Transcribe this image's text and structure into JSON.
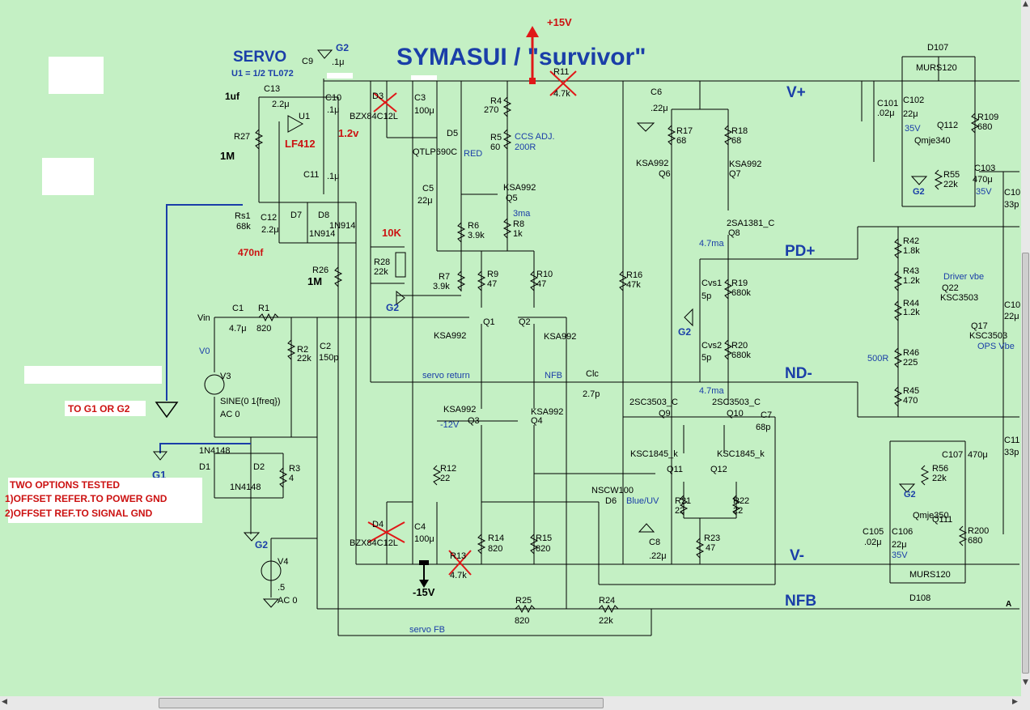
{
  "title": "SYMASUI / \"survivor\"",
  "servo": {
    "heading": "SERVO",
    "sub": "U1 = 1/2 TL072",
    "opamp": "LF412",
    "uf": "1uf",
    "m1": "1M",
    "v12": "1.2v",
    "k10": "10K",
    "nf470": "470nf",
    "m1b": "1M"
  },
  "rails": {
    "plus15": "+15V",
    "minus15": "-15V",
    "vplus": "V+",
    "vminus": "V-",
    "pdplus": "PD+",
    "ndminus": "ND-",
    "nfb": "NFB",
    "a": "A"
  },
  "labels": {
    "g2a": "G2",
    "c9": "C9",
    "c9v": ".1μ",
    "c13": "C13",
    "c13v": "2.2μ",
    "u1": "U1",
    "c10": "C10",
    "c10v": ".1μ",
    "d3": "D3",
    "d3v": "BZX84C12L",
    "c3": "C3",
    "c3v": "100μ",
    "r27": "R27",
    "c11": "C11",
    "c11v": ".1μ",
    "d5": "D5",
    "qtlp": "QTLP690C",
    "red": "RED",
    "r4": "R4",
    "r4v": "270",
    "r5": "R5",
    "r5v": "60",
    "ccs": "CCS ADJ.",
    "ccs2": "200R",
    "r11": "R11",
    "r11v": "4.7k",
    "c6": "C6",
    "c6v": ".22μ",
    "c5": "C5",
    "c5v": "22μ",
    "ksa5": "KSA992",
    "q5": "Q5",
    "ma3": "3ma",
    "r6": "R6",
    "r6v": "3.9k",
    "r8": "R8",
    "r8v": "1k",
    "rs1": "Rs1",
    "rs1v": "68k",
    "c12": "C12",
    "c12v": "2.2μ",
    "d7": "D7",
    "d8": "D8",
    "n914a": "1N914",
    "n914b": "1N914",
    "r28": "R28",
    "r28v": "22k",
    "r26": "R26",
    "r7": "R7",
    "r7v": "3.9k",
    "r9": "R9",
    "r9v": "47",
    "r10": "R10",
    "r10v": "47",
    "g2b": "G2",
    "vin": "Vin",
    "c1": "C1",
    "c1v": "4.7μ",
    "r1": "R1",
    "r1v": "820",
    "q1": "Q1",
    "q2": "Q2",
    "ksa1": "KSA992",
    "ksa2": "KSA992",
    "r16": "R16",
    "r16v": "47k",
    "v0": "V0",
    "r2": "R2",
    "r2v": "22k",
    "c2": "C2",
    "c2v": "150p",
    "v3": "V3",
    "sine": "SINE(0 1{freq})",
    "ac0": "AC 0",
    "servoret": "servo return",
    "nfbl": "NFB",
    "clc": "Clc",
    "clcv": "2.7p",
    "tog": "TO G1 OR G2",
    "ksa3": "KSA992",
    "ksa4": "KSA992",
    "q3": "Q3",
    "q4": "Q4",
    "m12": "-12V",
    "n4148a": "1N4148",
    "g1": "G1",
    "d1": "D1",
    "d2": "D2",
    "n4148b": "1N4148",
    "r3": "R3",
    "r3v": "4",
    "r12": "R12",
    "r12v": "22",
    "two": "TWO OPTIONS TESTED",
    "opt1": "1)OFFSET REFER.TO POWER GND",
    "opt2": "2)OFFSET REF.TO SIGNAL GND",
    "g2c": "G2",
    "d4": "D4",
    "d4v": "BZX84C12L",
    "c4": "C4",
    "c4v": "100μ",
    "r13": "R13",
    "r13v": "4.7k",
    "r14": "R14",
    "r14v": "820",
    "r15": "R15",
    "r15v": "820",
    "v4": "V4",
    "v4v": ".5",
    "ac0b": "AC 0",
    "r25": "R25",
    "r25v": "820",
    "r24": "R24",
    "r24v": "22k",
    "servofb": "servo FB",
    "r17": "R17",
    "r17v": "68",
    "r18": "R18",
    "r18v": "68",
    "ksa6": "KSA992",
    "q6": "Q6",
    "ksa7": "KSA992",
    "q7": "Q7",
    "sa1381": "2SA1381_C",
    "q8": "Q8",
    "ma47a": "4.7ma",
    "cvs1": "Cvs1",
    "cvs1v": "5p",
    "r19": "R19",
    "r19v": "680k",
    "g2d": "G2",
    "cvs2": "Cvs2",
    "cvs2v": "5p",
    "r20": "R20",
    "r20v": "680k",
    "ma47b": "4.7ma",
    "sc9": "2SC3503_C",
    "q9": "Q9",
    "sc10": "2SC3503_C",
    "q10": "Q10",
    "c7": "C7",
    "c7v": "68p",
    "ksc11": "KSC1845_k",
    "q11": "Q11",
    "ksc12": "KSC1845_k",
    "q12": "Q12",
    "nscw": "NSCW100",
    "d6": "D6",
    "bluv": "Blue/UV",
    "r21": "R21",
    "r21v": "22",
    "r22": "R22",
    "r22v": "22",
    "c8": "C8",
    "c8v": ".22μ",
    "r23": "R23",
    "r23v": "47",
    "d107": "D107",
    "murs1": "MURS120",
    "c101": "C101",
    "c101v": ".02μ",
    "c102": "C102",
    "c102v": "22μ",
    "v35a": "35V",
    "r109": "R109",
    "r109v": "680",
    "q112": "Q112",
    "qmje340": "Qmje340",
    "c103": "C103",
    "c103v": "470μ",
    "r55": "R55",
    "r55v": "22k",
    "g2e": "G2",
    "v35b": "35V",
    "c10r": "C10",
    "p33a": "33p",
    "r42": "R42",
    "r42v": "1.8k",
    "r43": "R43",
    "r43v": "1.2k",
    "drvvbe": "Driver vbe",
    "q22": "Q22",
    "ksc22": "KSC3503",
    "r44": "R44",
    "r44v": "1.2k",
    "q17": "Q17",
    "ksc17": "KSC3503",
    "opsvbe": "OPS Vbe",
    "r500": "500R",
    "r46": "R46",
    "r46v": "225",
    "r45": "R45",
    "r45v": "470",
    "c10b": "C10",
    "p22": "22μ",
    "c11r": "C11",
    "p33b": "33p",
    "c107": "C107",
    "c107v": "470μ",
    "r56": "R56",
    "r56v": "22k",
    "g2f": "G2",
    "qmje350": "Qmje350",
    "q111": "Q111",
    "c105": "C105",
    "c105v": ".02μ",
    "c106": "C106",
    "c106v": "22μ",
    "v35c": "35V",
    "r200": "R200",
    "r200v": "680",
    "murs2": "MURS120",
    "d108": "D108"
  },
  "colors": {
    "background": "#c4f0c4",
    "wire": "#000000",
    "blueText": "#1a3ea8",
    "redText": "#cc1111",
    "rail": "#e01818"
  }
}
